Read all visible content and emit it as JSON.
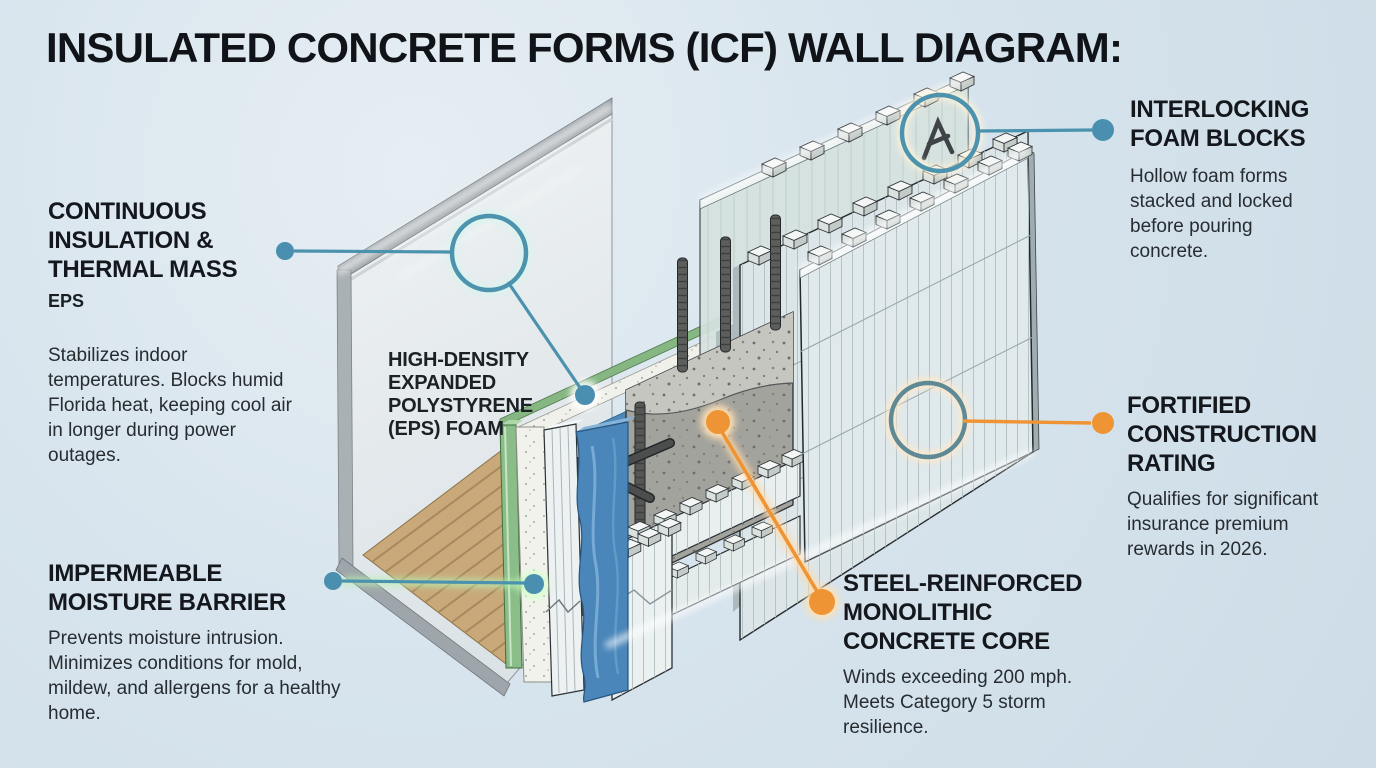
{
  "title": "INSULATED CONCRETE FORMS (ICF) WALL DIAGRAM:",
  "callouts": {
    "continuous_insulation": {
      "heading": "CONTINUOUS\nINSULATION &\nTHERMAL MASS",
      "subheading": "EPS",
      "body": "Stabilizes indoor temperatures. Blocks humid Florida heat, keeping cool air in longer during power outages."
    },
    "impermeable_barrier": {
      "heading": "IMPERMEABLE\nMOISTURE BARRIER",
      "body": "Prevents moisture intrusion. Minimizes conditions for mold, mildew, and allergens for a healthy home."
    },
    "interlocking_blocks": {
      "heading": "INTERLOCKING\nFOAM BLOCKS",
      "body": "Hollow foam forms stacked and locked before pouring concrete."
    },
    "fortified_rating": {
      "heading": "FORTIFIED\nCONSTRUCTION\nRATING",
      "body": "Qualifies for significant insurance premium rewards in 2026."
    },
    "steel_core": {
      "heading": "STEEL-REINFORCED\nMONOLITHIC\nCONCRETE CORE",
      "body": "Winds exceeding 200 mph. Meets Category 5 storm resilience."
    },
    "eps_foam_label": "HIGH-DENSITY\nEXPANDED\nPOLYSTYRENE\n(EPS) FOAM"
  },
  "diagram": {
    "parts": [
      "interior-finish-panel",
      "wood-floor",
      "eps-insulation-layer",
      "moisture-barrier-membrane",
      "steel-rebar",
      "concrete-core",
      "interlocking-foam-blocks",
      "exterior-foam-panel",
      "form-ties"
    ],
    "colors": {
      "background": "#d7e4ed",
      "ink": "#14181d",
      "accent_teal": "#4a8fb0",
      "accent_orange": "#ef9434",
      "barrier_green": "#8bbd88",
      "membrane_blue": "#4a86ba",
      "concrete_gray": "#a3a39d",
      "wood_tan": "#c9a97a",
      "foam_white": "#f2f2ed",
      "panel_blue_gray": "#e0e9ec"
    }
  }
}
